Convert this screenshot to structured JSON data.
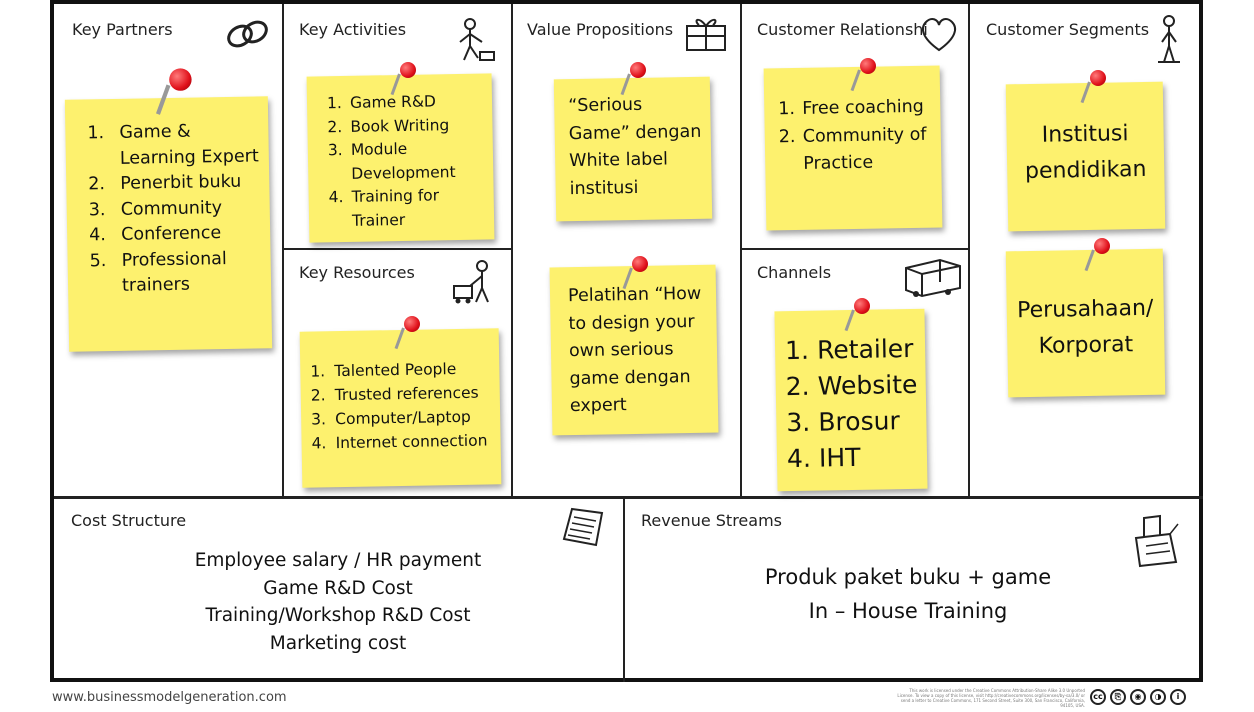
{
  "sections": {
    "key_partners": {
      "title": "Key Partners",
      "items": [
        {
          "num": "1.",
          "text": "Game & Learning Expert"
        },
        {
          "num": "2.",
          "text": "Penerbit buku"
        },
        {
          "num": "3.",
          "text": "Community"
        },
        {
          "num": "4.",
          "text": "Conference"
        },
        {
          "num": "5.",
          "text": "Professional trainers"
        }
      ]
    },
    "key_activities": {
      "title": "Key Activities",
      "items": [
        {
          "num": "1.",
          "text": "Game R&D"
        },
        {
          "num": "2.",
          "text": "Book Writing"
        },
        {
          "num": "3.",
          "text": "Module Development"
        },
        {
          "num": "4.",
          "text": "Training for Trainer"
        }
      ]
    },
    "key_resources": {
      "title": "Key Resources",
      "items": [
        {
          "num": "1.",
          "text": "Talented People"
        },
        {
          "num": "2.",
          "text": "Trusted references"
        },
        {
          "num": "3.",
          "text": "Computer/Laptop"
        },
        {
          "num": "4.",
          "text": "Internet connection"
        }
      ]
    },
    "value_propositions": {
      "title": "Value Propositions",
      "note1": "“Serious Game” dengan White label institusi",
      "note2": "Pelatihan “How to design your own serious game dengan expert"
    },
    "customer_relationships": {
      "title": "Customer Relationshi",
      "items": [
        {
          "num": "1.",
          "text": "Free coaching"
        },
        {
          "num": "2.",
          "text": "Community of Practice"
        }
      ]
    },
    "channels": {
      "title": "Channels",
      "items": [
        {
          "num": "1.",
          "text": "Retailer"
        },
        {
          "num": "2.",
          "text": "Website"
        },
        {
          "num": "3.",
          "text": "Brosur"
        },
        {
          "num": "4.",
          "text": "IHT"
        }
      ]
    },
    "customer_segments": {
      "title": "Customer Segments",
      "note1": "Institusi pendidikan",
      "note2": "Perusahaan/ Korporat"
    },
    "cost_structure": {
      "title": "Cost Structure",
      "lines": [
        "Employee salary / HR payment",
        "Game R&D Cost",
        "Training/Workshop R&D Cost",
        "Marketing cost"
      ]
    },
    "revenue_streams": {
      "title": "Revenue Streams",
      "lines": [
        "Produk paket buku + game",
        "In – House Training"
      ]
    }
  },
  "footer": {
    "url": "www.businessmodelgeneration.com",
    "license": "This work is licensed under the Creative Commons Attribution-Share Alike 3.0 Unported License. To view a copy of this license, visit http://creativecommons.org/licenses/by-sa/3.0/ or send a letter to Creative Commons, 171 Second Street, Suite 300, San Francisco, California, 94105, USA.",
    "cc_icons": [
      "cc-icon",
      "by-icon",
      "nc-icon",
      "sa-icon",
      "attribution-icon"
    ]
  },
  "colors": {
    "note": "#fdf16e",
    "pin": "#e0101a",
    "border": "#111111"
  }
}
